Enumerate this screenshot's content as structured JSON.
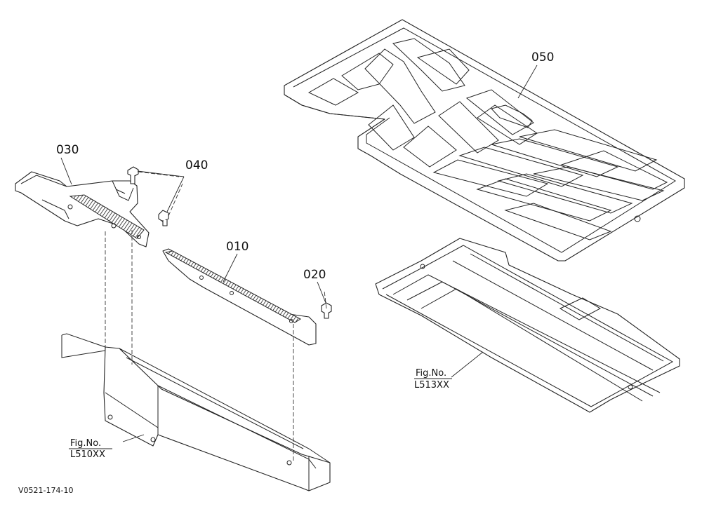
{
  "parts": {
    "p010": "010",
    "p020": "020",
    "p030": "030",
    "p040": "040",
    "p050": "050"
  },
  "figure_refs": {
    "left": {
      "line1": "Fig.No.",
      "line2": "L510XX"
    },
    "right": {
      "line1": "Fig.No.",
      "line2": "L513XX"
    }
  },
  "drawing_code": "V0521-174-10"
}
